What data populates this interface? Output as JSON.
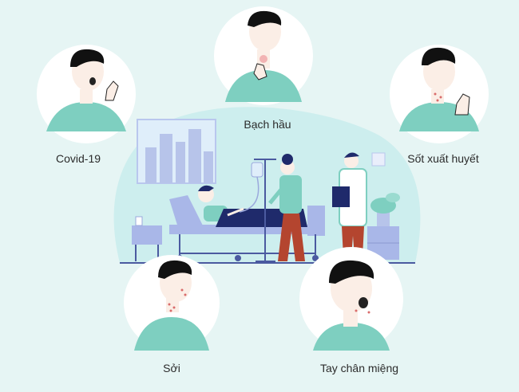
{
  "illustration": {
    "palette": {
      "background": "#e6f5f4",
      "blob": "#cdeeee",
      "circle": "#ffffff",
      "shirt": "#7ecfc0",
      "skin": "#fbeee6",
      "hair": "#111111",
      "bed": "#a9b7e8",
      "blanket": "#1f2a6b",
      "rash": "#d96b6b"
    },
    "diseases": [
      {
        "label": "Covid-19",
        "icon": "coughing-person-icon"
      },
      {
        "label": "Bạch hầu",
        "icon": "sore-throat-person-icon"
      },
      {
        "label": "Sốt xuất huyết",
        "icon": "fever-rash-person-icon"
      },
      {
        "label": "Sởi",
        "icon": "measles-person-icon"
      },
      {
        "label": "Tay chân miệng",
        "icon": "mouth-sores-person-icon"
      }
    ]
  }
}
